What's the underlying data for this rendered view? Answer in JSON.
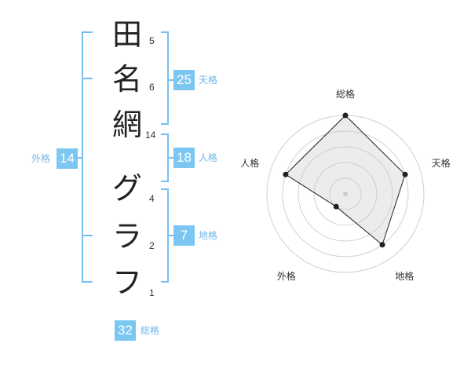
{
  "name": {
    "chars": [
      {
        "char": "田",
        "strokes": "5"
      },
      {
        "char": "名",
        "strokes": "6"
      },
      {
        "char": "網",
        "strokes": "14"
      },
      {
        "char": "グ",
        "strokes": "4"
      },
      {
        "char": "ラ",
        "strokes": "2"
      },
      {
        "char": "フ",
        "strokes": "1"
      }
    ]
  },
  "kakusu": {
    "tenkaku": {
      "value": "25",
      "label": "天格"
    },
    "jinkaku": {
      "value": "18",
      "label": "人格"
    },
    "chikaku": {
      "value": "7",
      "label": "地格"
    },
    "gaikaku": {
      "value": "14",
      "label": "外格"
    },
    "soukaku": {
      "value": "32",
      "label": "総格"
    }
  },
  "colors": {
    "bracket": "#77bff0",
    "badge": "#7cc7f2",
    "label": "#6fb6e8"
  },
  "chart_data": {
    "type": "radar",
    "axes": [
      "総格",
      "天格",
      "地格",
      "外格",
      "人格"
    ],
    "values": [
      5,
      4,
      4,
      1,
      4
    ],
    "max": 5,
    "rings": 5
  }
}
